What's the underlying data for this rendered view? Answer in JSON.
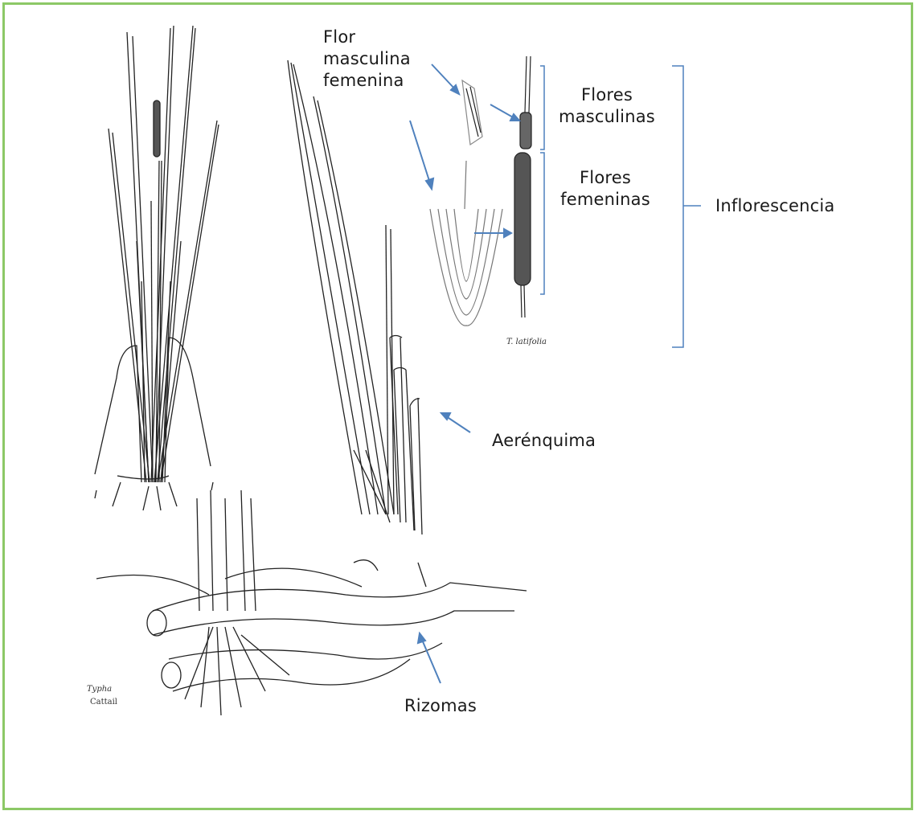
{
  "labels": {
    "flor_line1": "Flor",
    "flor_line2": "masculina",
    "flor_line3": "femenina",
    "flores_masc_line1": "Flores",
    "flores_masc_line2": "masculinas",
    "flores_fem_line1": "Flores",
    "flores_fem_line2": "femeninas",
    "inflorescencia": "Inflorescencia",
    "aerenquima": "Aerénquima",
    "rizomas": "Rizomas"
  },
  "specimen_captions": {
    "t_latifolia": "T. latifolia",
    "typha": "Typha",
    "cattail": "Cattail"
  },
  "colors": {
    "frame_border": "#8cc866",
    "arrow": "#4f81bd",
    "bracket": "#4f81bd",
    "ink": "#1a1a1a"
  }
}
